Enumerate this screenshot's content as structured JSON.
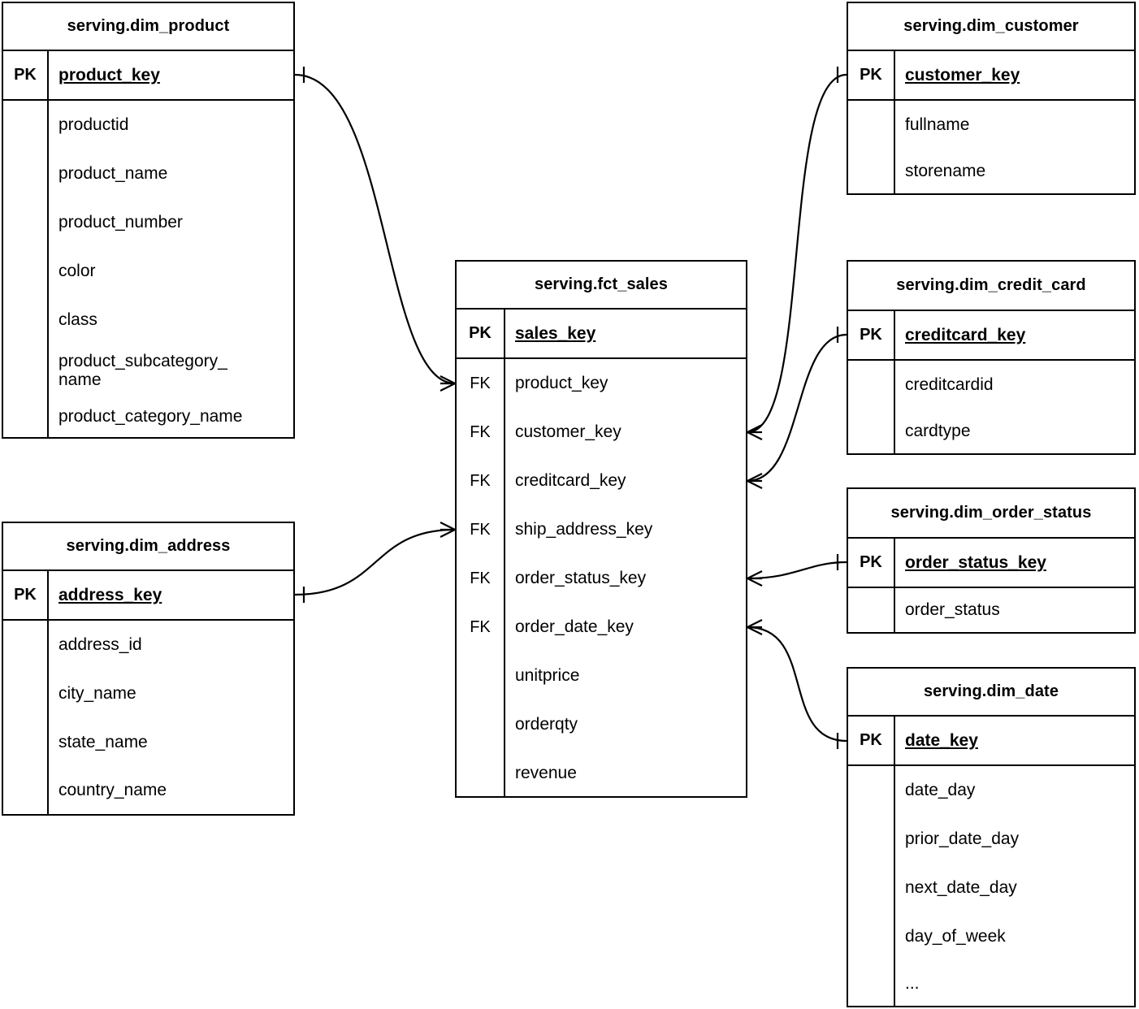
{
  "diagram": {
    "type": "entity-relationship-diagram",
    "notation": "crow's foot",
    "background_color": "#ffffff",
    "line_color": "#000000"
  },
  "entities": {
    "dim_product": {
      "title": "serving.dim_product",
      "pk_label": "PK",
      "pk_field": "product_key",
      "attributes": [
        "productid",
        "product_name",
        "product_number",
        "color",
        "class",
        "product_subcategory_\nname",
        "product_category_name"
      ]
    },
    "dim_address": {
      "title": "serving.dim_address",
      "pk_label": "PK",
      "pk_field": "address_key",
      "attributes": [
        "address_id",
        "city_name",
        "state_name",
        "country_name"
      ]
    },
    "fct_sales": {
      "title": "serving.fct_sales",
      "pk_label": "PK",
      "pk_field": "sales_key",
      "fk_label": "FK",
      "foreign_keys": [
        "product_key",
        "customer_key",
        "creditcard_key",
        "ship_address_key",
        "order_status_key",
        "order_date_key"
      ],
      "measures": [
        "unitprice",
        "orderqty",
        "revenue"
      ]
    },
    "dim_customer": {
      "title": "serving.dim_customer",
      "pk_label": "PK",
      "pk_field": "customer_key",
      "attributes": [
        "fullname",
        "storename"
      ]
    },
    "dim_credit_card": {
      "title": "serving.dim_credit_card",
      "pk_label": "PK",
      "pk_field": "creditcard_key",
      "attributes": [
        "creditcardid",
        "cardtype"
      ]
    },
    "dim_order_status": {
      "title": "serving.dim_order_status",
      "pk_label": "PK",
      "pk_field": "order_status_key",
      "attributes": [
        "order_status"
      ]
    },
    "dim_date": {
      "title": "serving.dim_date",
      "pk_label": "PK",
      "pk_field": "date_key",
      "attributes": [
        "date_day",
        "prior_date_day",
        "next_date_day",
        "day_of_week",
        "..."
      ]
    }
  },
  "relationships": [
    {
      "from": "dim_product.product_key",
      "to": "fct_sales.product_key",
      "from_cardinality": "one",
      "to_cardinality": "many"
    },
    {
      "from": "dim_address.address_key",
      "to": "fct_sales.ship_address_key",
      "from_cardinality": "one",
      "to_cardinality": "many"
    },
    {
      "from": "dim_customer.customer_key",
      "to": "fct_sales.customer_key",
      "from_cardinality": "one",
      "to_cardinality": "many"
    },
    {
      "from": "dim_credit_card.creditcard_key",
      "to": "fct_sales.creditcard_key",
      "from_cardinality": "one",
      "to_cardinality": "many"
    },
    {
      "from": "dim_order_status.order_status_key",
      "to": "fct_sales.order_status_key",
      "from_cardinality": "one",
      "to_cardinality": "many"
    },
    {
      "from": "dim_date.date_key",
      "to": "fct_sales.order_date_key",
      "from_cardinality": "one",
      "to_cardinality": "many"
    }
  ]
}
